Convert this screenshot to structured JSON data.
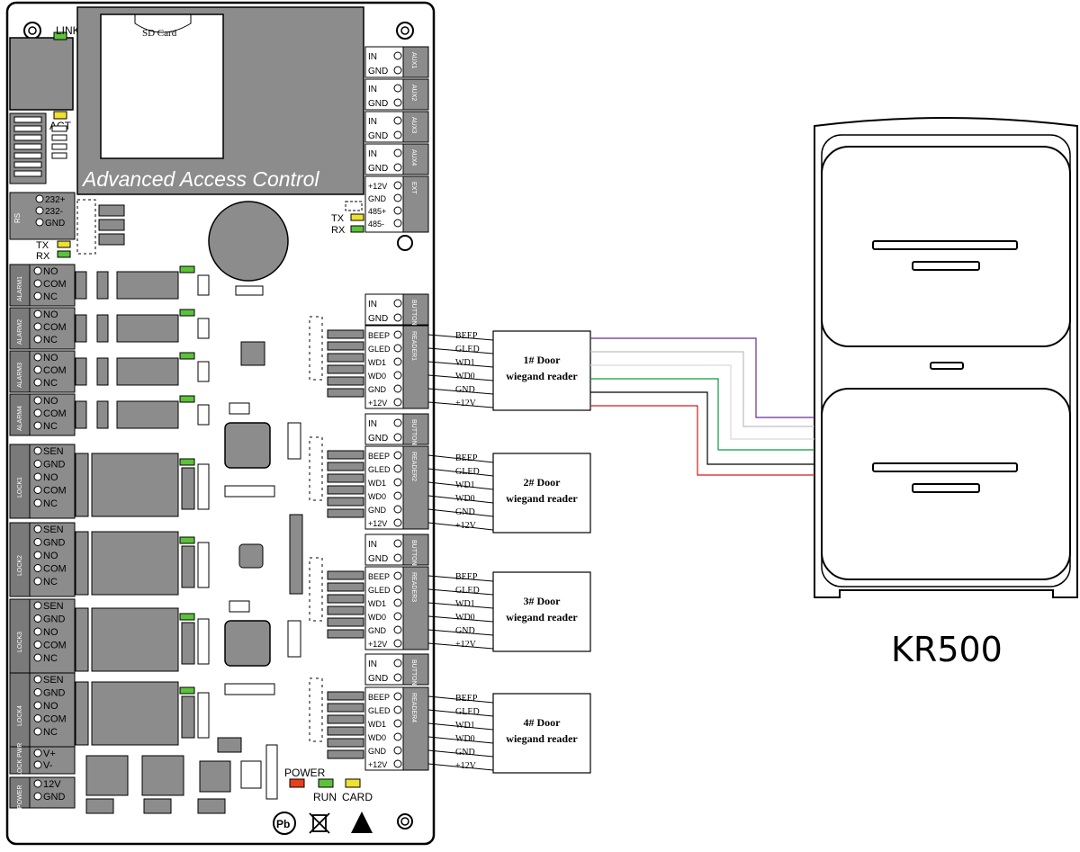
{
  "board": {
    "title": "Advanced Access Control",
    "sd_card": "SD Card",
    "link": "LINK",
    "act": "ACT",
    "tx": "TX",
    "rx": "RX",
    "power": "POWER",
    "run": "RUN",
    "card": "CARD",
    "pb_mark": "Pb",
    "aux_terms": [
      "IN",
      "GND"
    ],
    "aux_sides": [
      "AUX1",
      "AUX2",
      "AUX3",
      "AUX4"
    ],
    "ext_terms": [
      "+12V",
      "GND",
      "485+",
      "485-"
    ],
    "ext_side": "EXT",
    "rs232_terms": [
      "232+",
      "232-",
      "GND"
    ],
    "rs232_side": "RS",
    "alarm_terms": [
      "NO",
      "COM",
      "NC"
    ],
    "alarm_sides": [
      "ALARM1",
      "ALARM2",
      "ALARM3",
      "ALARM4"
    ],
    "lock_terms": [
      "SEN",
      "GND",
      "NO",
      "COM",
      "NC"
    ],
    "lock_sides": [
      "LOCK1",
      "LOCK2",
      "LOCK3",
      "LOCK4"
    ],
    "lock_power_terms": [
      "V+",
      "V-"
    ],
    "lock_power_side": "LOCK PWR",
    "power_terms": [
      "12V",
      "GND"
    ],
    "power_side": "POWER",
    "button_terms": [
      "IN",
      "GND"
    ],
    "button_sides": [
      "BUTTON1",
      "BUTTON2",
      "BUTTON3",
      "BUTTON4"
    ],
    "reader_terms": [
      "BEEP",
      "GLED",
      "WD1",
      "WD0",
      "GND",
      "+12V"
    ],
    "reader_sides": [
      "READER1",
      "READER2",
      "READER3",
      "READER4"
    ]
  },
  "wire_labels": [
    "BEEP",
    "GLED",
    "WD1",
    "WD0",
    "GND",
    "+12V"
  ],
  "door_readers": [
    {
      "line1": "1# Door",
      "line2": "wiegand reader"
    },
    {
      "line1": "2# Door",
      "line2": "wiegand reader"
    },
    {
      "line1": "3# Door",
      "line2": "wiegand reader"
    },
    {
      "line1": "4# Door",
      "line2": "wiegand reader"
    }
  ],
  "device": {
    "name": "KR500"
  },
  "colors": {
    "beep_wire": "#6a2c91",
    "gled_wire": "#bfbfbf",
    "wd1_wire": "#d9d9d9",
    "wd0_wire": "#0a9a3c",
    "gnd_wire": "#000000",
    "power_wire": "#d01c1c",
    "led_green": "#5cc23a",
    "led_yellow": "#f0e030",
    "led_red": "#e8401c",
    "block_gray": "#8c8c8c"
  }
}
